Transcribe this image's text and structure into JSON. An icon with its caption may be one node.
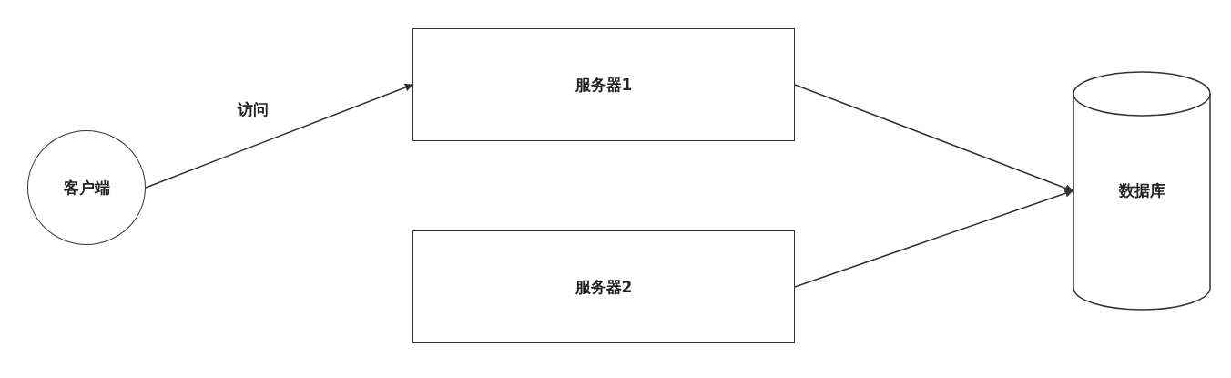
{
  "diagram": {
    "nodes": [
      {
        "text": [
          "客户端"
        ]
      },
      {
        "text": [
          "服务器1"
        ]
      },
      {
        "text": [
          "服务器2"
        ]
      },
      {
        "text": [
          "数据库"
        ]
      }
    ],
    "edges": [
      {
        "from": 0,
        "to": 1,
        "arrow": "to",
        "label": "访问"
      },
      {
        "from": 1,
        "to": 3,
        "arrow": "to"
      },
      {
        "from": 2,
        "to": 3,
        "arrow": "to"
      }
    ]
  }
}
